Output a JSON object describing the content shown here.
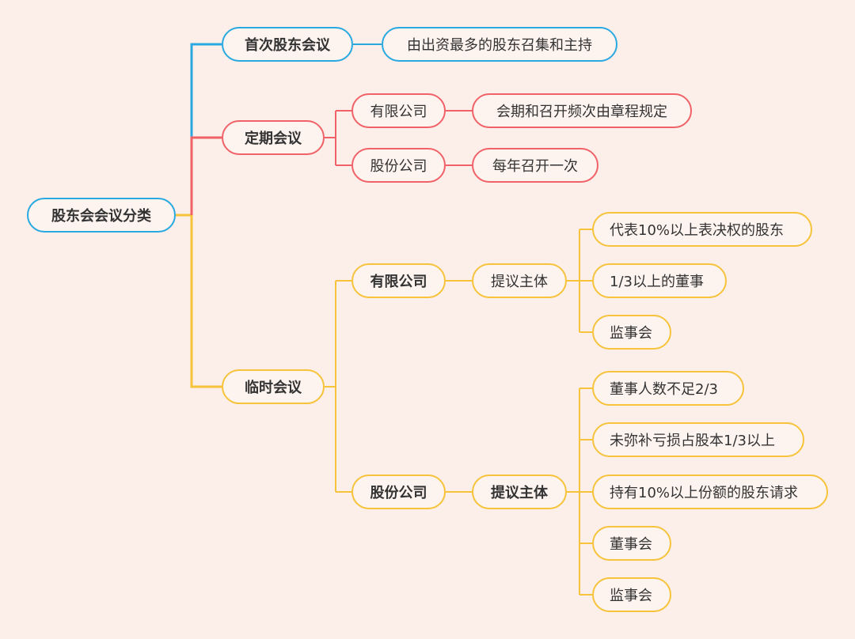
{
  "colors": {
    "background": "#fcefea",
    "blue": "#2aa9e0",
    "red": "#f06268",
    "yellow": "#f6c33a",
    "text": "#333333"
  },
  "mindmap": {
    "root": "股东会会议分类",
    "first_meeting": {
      "label": "首次股东会议",
      "detail": "由出资最多的股东召集和主持"
    },
    "regular_meeting": {
      "label": "定期会议",
      "llc": {
        "label": "有限公司",
        "detail": "会期和召开频次由章程规定"
      },
      "jsc": {
        "label": "股份公司",
        "detail": "每年召开一次"
      }
    },
    "interim_meeting": {
      "label": "临时会议",
      "llc": {
        "label": "有限公司",
        "proposer": "提议主体",
        "items": [
          "代表10%以上表决权的股东",
          "1/3以上的董事",
          "监事会"
        ]
      },
      "jsc": {
        "label": "股份公司",
        "proposer": "提议主体",
        "items": [
          "董事人数不足2/3",
          "未弥补亏损占股本1/3以上",
          "持有10%以上份额的股东请求",
          "董事会",
          "监事会"
        ]
      }
    }
  }
}
